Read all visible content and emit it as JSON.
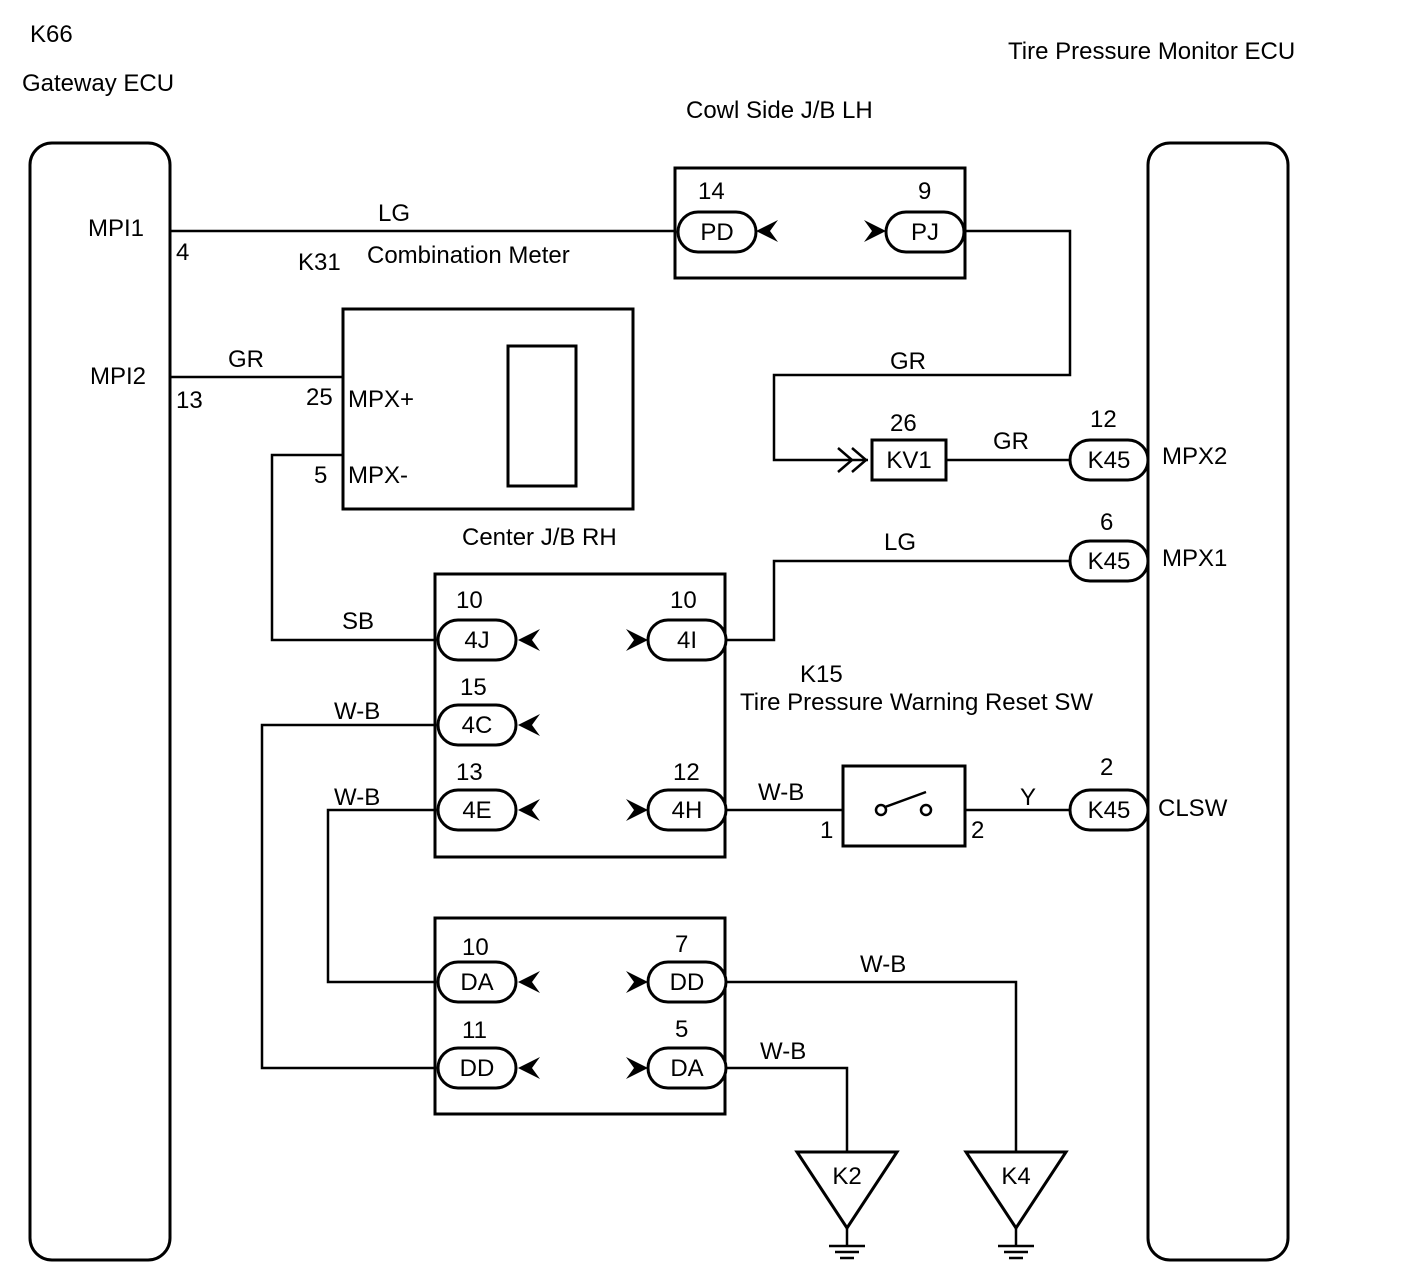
{
  "gateway": {
    "code": "K66",
    "name": "Gateway ECU",
    "pin_mpi1": "MPI1",
    "pin_mpi2": "MPI2",
    "num_4": "4",
    "num_13": "13"
  },
  "tpm_ecu": {
    "name": "Tire Pressure Monitor ECU",
    "pin_mpx2": "MPX2",
    "pin_mpx1": "MPX1",
    "pin_clsw": "CLSW",
    "num_12": "12",
    "num_6": "6",
    "num_2": "2",
    "conn_a": "K45",
    "conn_b": "K45",
    "conn_c": "K45"
  },
  "cowl_jb": {
    "name": "Cowl Side J/B LH",
    "num_left": "14",
    "num_right": "9",
    "left": "PD",
    "right": "PJ"
  },
  "meter": {
    "code": "K31",
    "name": "Combination Meter",
    "num_25": "25",
    "num_5": "5",
    "pin_plus": "MPX+",
    "pin_minus": "MPX-"
  },
  "center_jb": {
    "name": "Center J/B RH"
  },
  "kv1": {
    "num": "26",
    "label": "KV1"
  },
  "wires": {
    "lg_top": "LG",
    "gr_left": "GR",
    "gr_right_top": "GR",
    "gr_right": "GR",
    "lg_mid": "LG",
    "sb": "SB",
    "wb1": "W-B",
    "wb2": "W-B",
    "wb3": "W-B",
    "y": "Y",
    "wb4": "W-B",
    "wb5": "W-B"
  },
  "jb1": {
    "n1": "10",
    "n2": "10",
    "n3": "15",
    "n4": "13",
    "n5": "12",
    "c1": "4J",
    "c2": "4I",
    "c3": "4C",
    "c4": "4E",
    "c5": "4H"
  },
  "switch": {
    "code": "K15",
    "name": "Tire Pressure Warning Reset SW",
    "pin1": "1",
    "pin2": "2"
  },
  "jb2": {
    "n1": "10",
    "n2": "7",
    "n3": "11",
    "n4": "5",
    "c1": "DA",
    "c2": "DD",
    "c3": "DD",
    "c4": "DA"
  },
  "grounds": {
    "g1": "K2",
    "g2": "K4"
  }
}
